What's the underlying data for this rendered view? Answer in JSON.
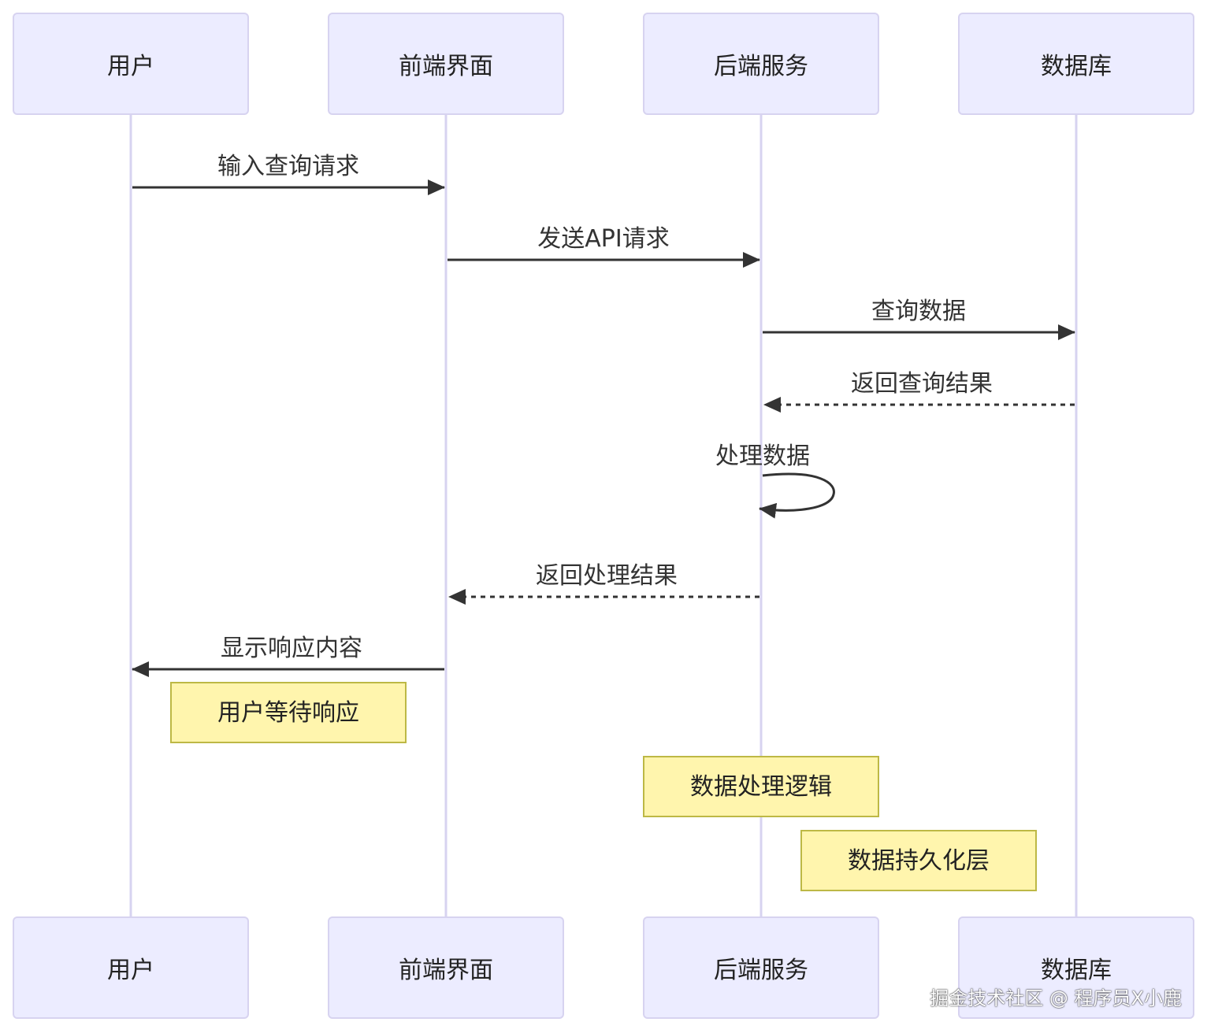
{
  "participants": [
    {
      "label": "用户"
    },
    {
      "label": "前端界面"
    },
    {
      "label": "后端服务"
    },
    {
      "label": "数据库"
    }
  ],
  "messages": [
    {
      "label": "输入查询请求",
      "from": 0,
      "to": 1,
      "style": "solid"
    },
    {
      "label": "发送API请求",
      "from": 1,
      "to": 2,
      "style": "solid"
    },
    {
      "label": "查询数据",
      "from": 2,
      "to": 3,
      "style": "solid"
    },
    {
      "label": "返回查询结果",
      "from": 3,
      "to": 2,
      "style": "dashed"
    },
    {
      "label": "处理数据",
      "from": 2,
      "to": 2,
      "style": "self"
    },
    {
      "label": "返回处理结果",
      "from": 2,
      "to": 1,
      "style": "dashed"
    },
    {
      "label": "显示响应内容",
      "from": 1,
      "to": 0,
      "style": "solid"
    }
  ],
  "notes": [
    {
      "label": "用户等待响应",
      "over": 0
    },
    {
      "label": "数据处理逻辑",
      "over": 2
    },
    {
      "label": "数据持久化层",
      "over": 3
    }
  ],
  "watermark": "掘金技术社区 @ 程序员X小鹿",
  "colors": {
    "actor_fill": "#ececff",
    "actor_border": "#d7d3f0",
    "lifeline": "#d7d3f0",
    "arrow": "#333333",
    "note_fill": "#fff5ad",
    "note_border": "#bdb845"
  }
}
